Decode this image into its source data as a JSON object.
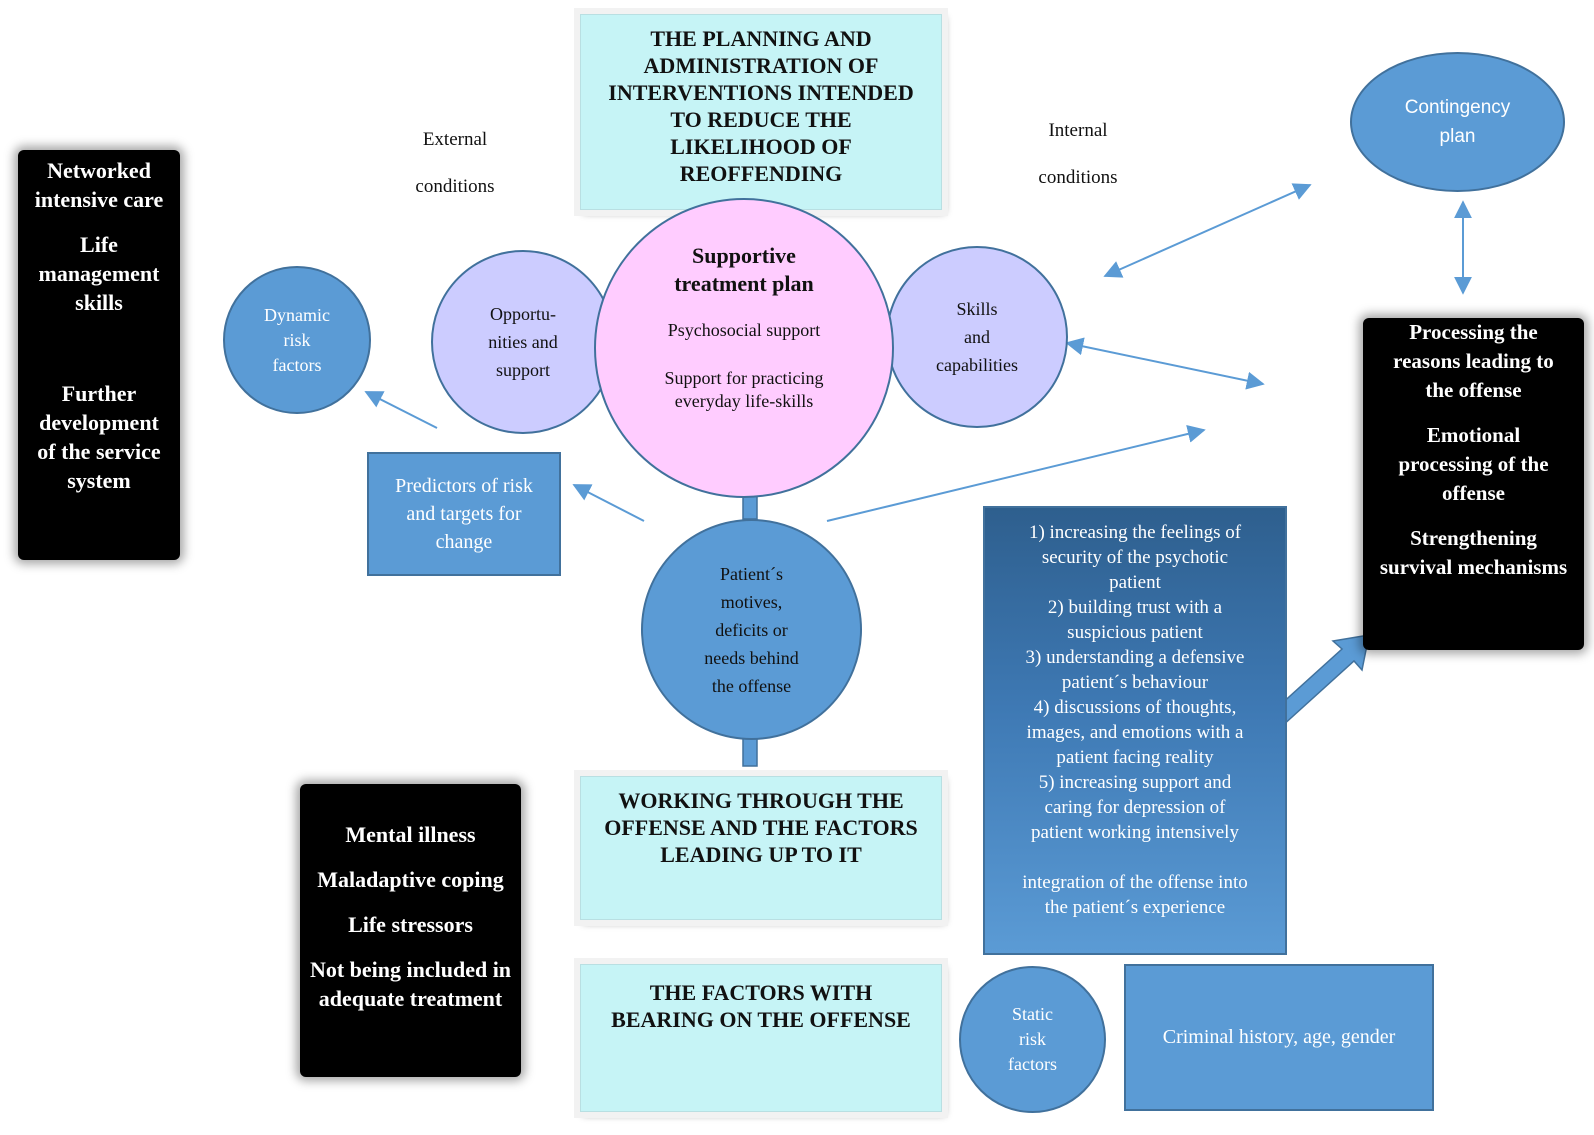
{
  "top_box": {
    "lines": [
      "THE PLANNING AND",
      "ADMINISTRATION OF",
      "INTERVENTIONS INTENDED",
      "TO REDUCE THE",
      "LIKELIHOOD OF",
      "REOFFENDING"
    ]
  },
  "external_conditions": {
    "lines": [
      "External",
      "conditions"
    ]
  },
  "internal_conditions": {
    "lines": [
      "Internal",
      "conditions"
    ]
  },
  "left_black_box": {
    "items": [
      [
        "Networked",
        "intensive care"
      ],
      [
        "Life",
        "management",
        "skills"
      ],
      [
        "Further",
        "development",
        "of the service",
        "system"
      ]
    ]
  },
  "dynamic_risk": {
    "lines": [
      "Dynamic",
      "risk",
      "factors"
    ]
  },
  "opportunities": {
    "lines": [
      "Opportu-",
      "nities and",
      "support"
    ]
  },
  "treatment_plan": {
    "title_lines": [
      "Supportive",
      "treatment plan"
    ],
    "item1": "Psychosocial support",
    "item2_lines": [
      "Support for practicing",
      "everyday life-skills"
    ]
  },
  "skills": {
    "lines": [
      "Skills",
      "and",
      "capabilities"
    ]
  },
  "contingency": {
    "lines": [
      "Contingency",
      "plan"
    ]
  },
  "right_black_box": {
    "items": [
      [
        "Processing the",
        "reasons leading to",
        "the offense"
      ],
      [
        "Emotional",
        "processing of the",
        "offense"
      ],
      [
        "Strengthening",
        "survival mechanisms"
      ]
    ]
  },
  "predictors": {
    "lines": [
      "Predictors of risk",
      "and targets for",
      "change"
    ]
  },
  "patient_motives": {
    "lines": [
      "Patient´s",
      "motives,",
      "deficits or",
      "needs behind",
      "the offense"
    ]
  },
  "interventions_list": {
    "lines": [
      "1) increasing the feelings of",
      "security of the psychotic",
      "patient",
      "2) building trust with a",
      "suspicious patient",
      "3) understanding a defensive",
      "patient´s behaviour",
      "4) discussions of thoughts,",
      "images, and emotions with a",
      "patient facing reality",
      "5) increasing support and",
      "caring for depression of",
      "patient working intensively"
    ],
    "footer_lines": [
      "integration of the offense into",
      "the patient´s experience"
    ]
  },
  "working_through": {
    "lines": [
      "WORKING THROUGH THE",
      "OFFENSE AND THE FACTORS",
      "LEADING UP TO IT"
    ]
  },
  "bottom_left_black_box": {
    "items": [
      [
        "Mental illness"
      ],
      [
        "Maladaptive coping"
      ],
      [
        "Life stressors"
      ],
      [
        "Not being included in",
        "adequate treatment"
      ]
    ]
  },
  "factors_bearing": {
    "lines": [
      "THE FACTORS WITH",
      "BEARING ON THE OFFENSE"
    ]
  },
  "static_risk": {
    "lines": [
      "Static",
      "risk",
      "factors"
    ]
  },
  "criminal_history": {
    "text": "Criminal history, age, gender"
  },
  "colors": {
    "cyan_box": "#c6f4f6",
    "blue": "#5b9bd5",
    "blue_border": "#41719c",
    "lavender": "#ccccff",
    "pink": "#ffccff",
    "black": "#000000"
  }
}
